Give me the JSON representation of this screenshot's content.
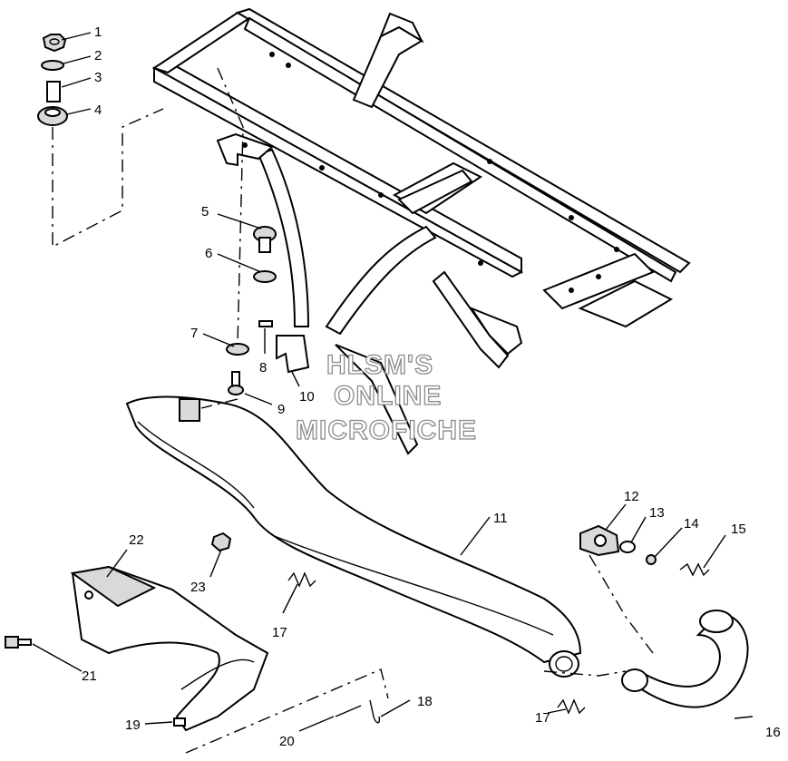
{
  "watermark": {
    "line1": "HLSM'S",
    "line2": "ONLINE",
    "line3": "MICROFICHE"
  },
  "callouts": [
    "1",
    "2",
    "3",
    "4",
    "5",
    "6",
    "7",
    "8",
    "9",
    "10",
    "11",
    "12",
    "13",
    "14",
    "15",
    "16",
    "17",
    "17",
    "18",
    "19",
    "20",
    "21",
    "22",
    "23"
  ]
}
